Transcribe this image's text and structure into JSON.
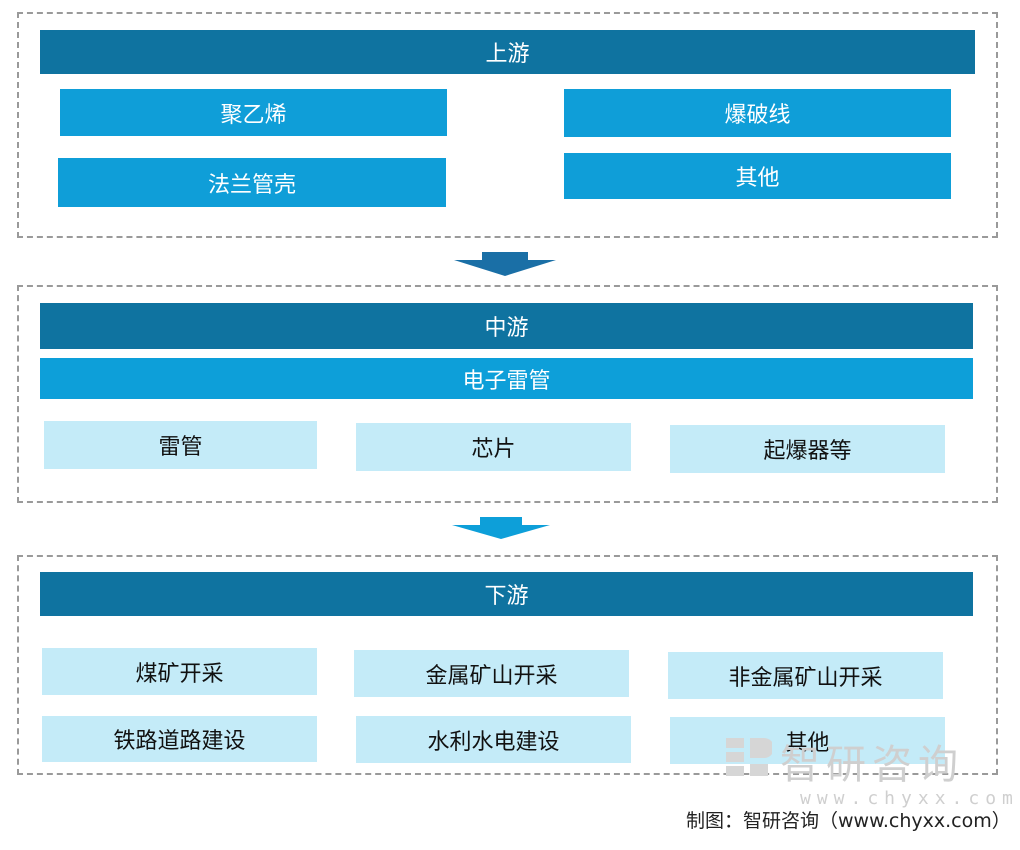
{
  "upstream": {
    "title": "上游",
    "items": [
      "聚乙烯",
      "法兰管壳",
      "爆破线",
      "其他"
    ]
  },
  "midstream": {
    "title": "中游",
    "product": "电子雷管",
    "items": [
      "雷管",
      "芯片",
      "起爆器等"
    ]
  },
  "downstream": {
    "title": "下游",
    "items": [
      "煤矿开采",
      "金属矿山开采",
      "非金属矿山开采",
      "铁路道路建设",
      "水利水电建设",
      "其他"
    ]
  },
  "watermark": {
    "name": "智研咨询",
    "url": "www.chyxx.com"
  },
  "credit": "制图：智研咨询（www.chyxx.com）",
  "colors": {
    "header": "#0f73a0",
    "product_bar": "#0d9fd9",
    "upstream_box": "#0f9ed8",
    "light_box": "#c4ebf8",
    "arrow": "#1a6fa6"
  }
}
